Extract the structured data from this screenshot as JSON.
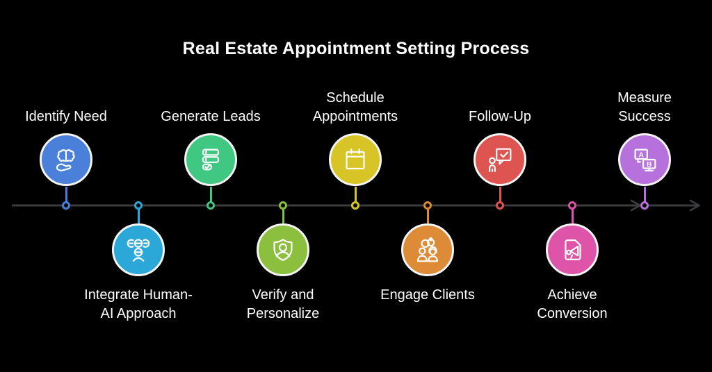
{
  "title": "Real Estate Appointment Setting Process",
  "colors": {
    "background": "#000000",
    "timeline": "#3d3d40",
    "text": "#ffffff",
    "circle_border": "#f5f5f5"
  },
  "steps": [
    {
      "label": "Identify Need",
      "position": "above",
      "color": "#4a80d9",
      "icon": "brain-hand-icon"
    },
    {
      "label": "Integrate Human-AI Approach",
      "position": "below",
      "color": "#2ba8d8",
      "icon": "human-ai-group-icon"
    },
    {
      "label": "Generate Leads",
      "position": "above",
      "color": "#40c782",
      "icon": "lead-list-icon"
    },
    {
      "label": "Verify and Personalize",
      "position": "below",
      "color": "#8dbf3e",
      "icon": "shield-person-icon"
    },
    {
      "label": "Schedule Appointments",
      "position": "above",
      "color": "#d7c528",
      "icon": "calendar-icon"
    },
    {
      "label": "Engage Clients",
      "position": "below",
      "color": "#dd8b36",
      "icon": "clients-icon"
    },
    {
      "label": "Follow-Up",
      "position": "above",
      "color": "#dd5451",
      "icon": "chat-check-person-icon"
    },
    {
      "label": "Achieve Conversion",
      "position": "below",
      "color": "#dd54a8",
      "icon": "megaphone-doc-icon"
    },
    {
      "label": "Measure Success",
      "position": "above",
      "color": "#b671dc",
      "icon": "ab-test-icon",
      "icon_letters": [
        "A",
        "B"
      ]
    }
  ]
}
